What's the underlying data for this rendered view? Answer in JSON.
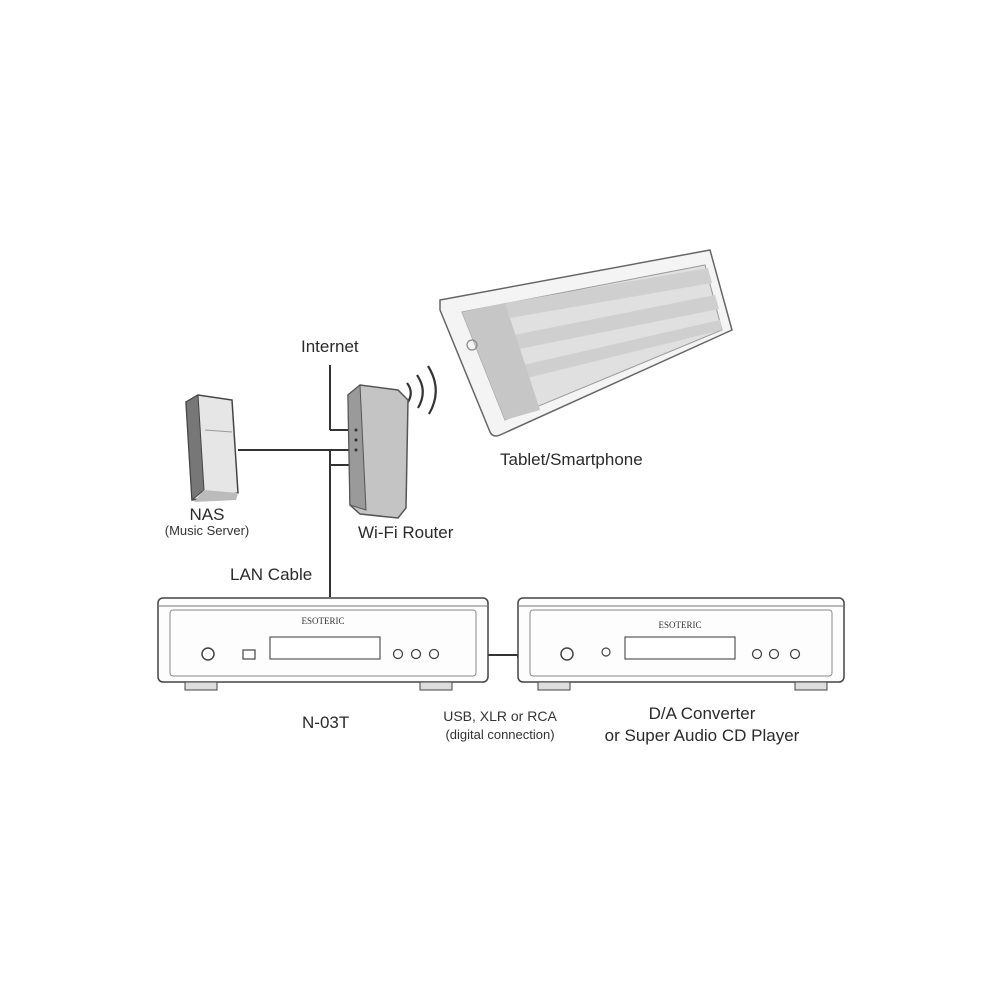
{
  "labels": {
    "internet": "Internet",
    "tablet": "Tablet/Smartphone",
    "nas": "NAS",
    "nas_sub": "(Music Server)",
    "router": "Wi-Fi Router",
    "lan_cable": "LAN Cable",
    "n03t": "N-03T",
    "connection": "USB, XLR or RCA",
    "connection_sub": "(digital connection)",
    "dac_line1": "D/A Converter",
    "dac_line2": "or Super Audio CD Player"
  },
  "devices": {
    "left_brand": "ESOTERIC",
    "right_brand": "ESOTERIC"
  },
  "colors": {
    "line": "#333333",
    "device_outline": "#444444",
    "tablet_screen": "#d9d9d9",
    "router_body": "#b8b8b8"
  }
}
